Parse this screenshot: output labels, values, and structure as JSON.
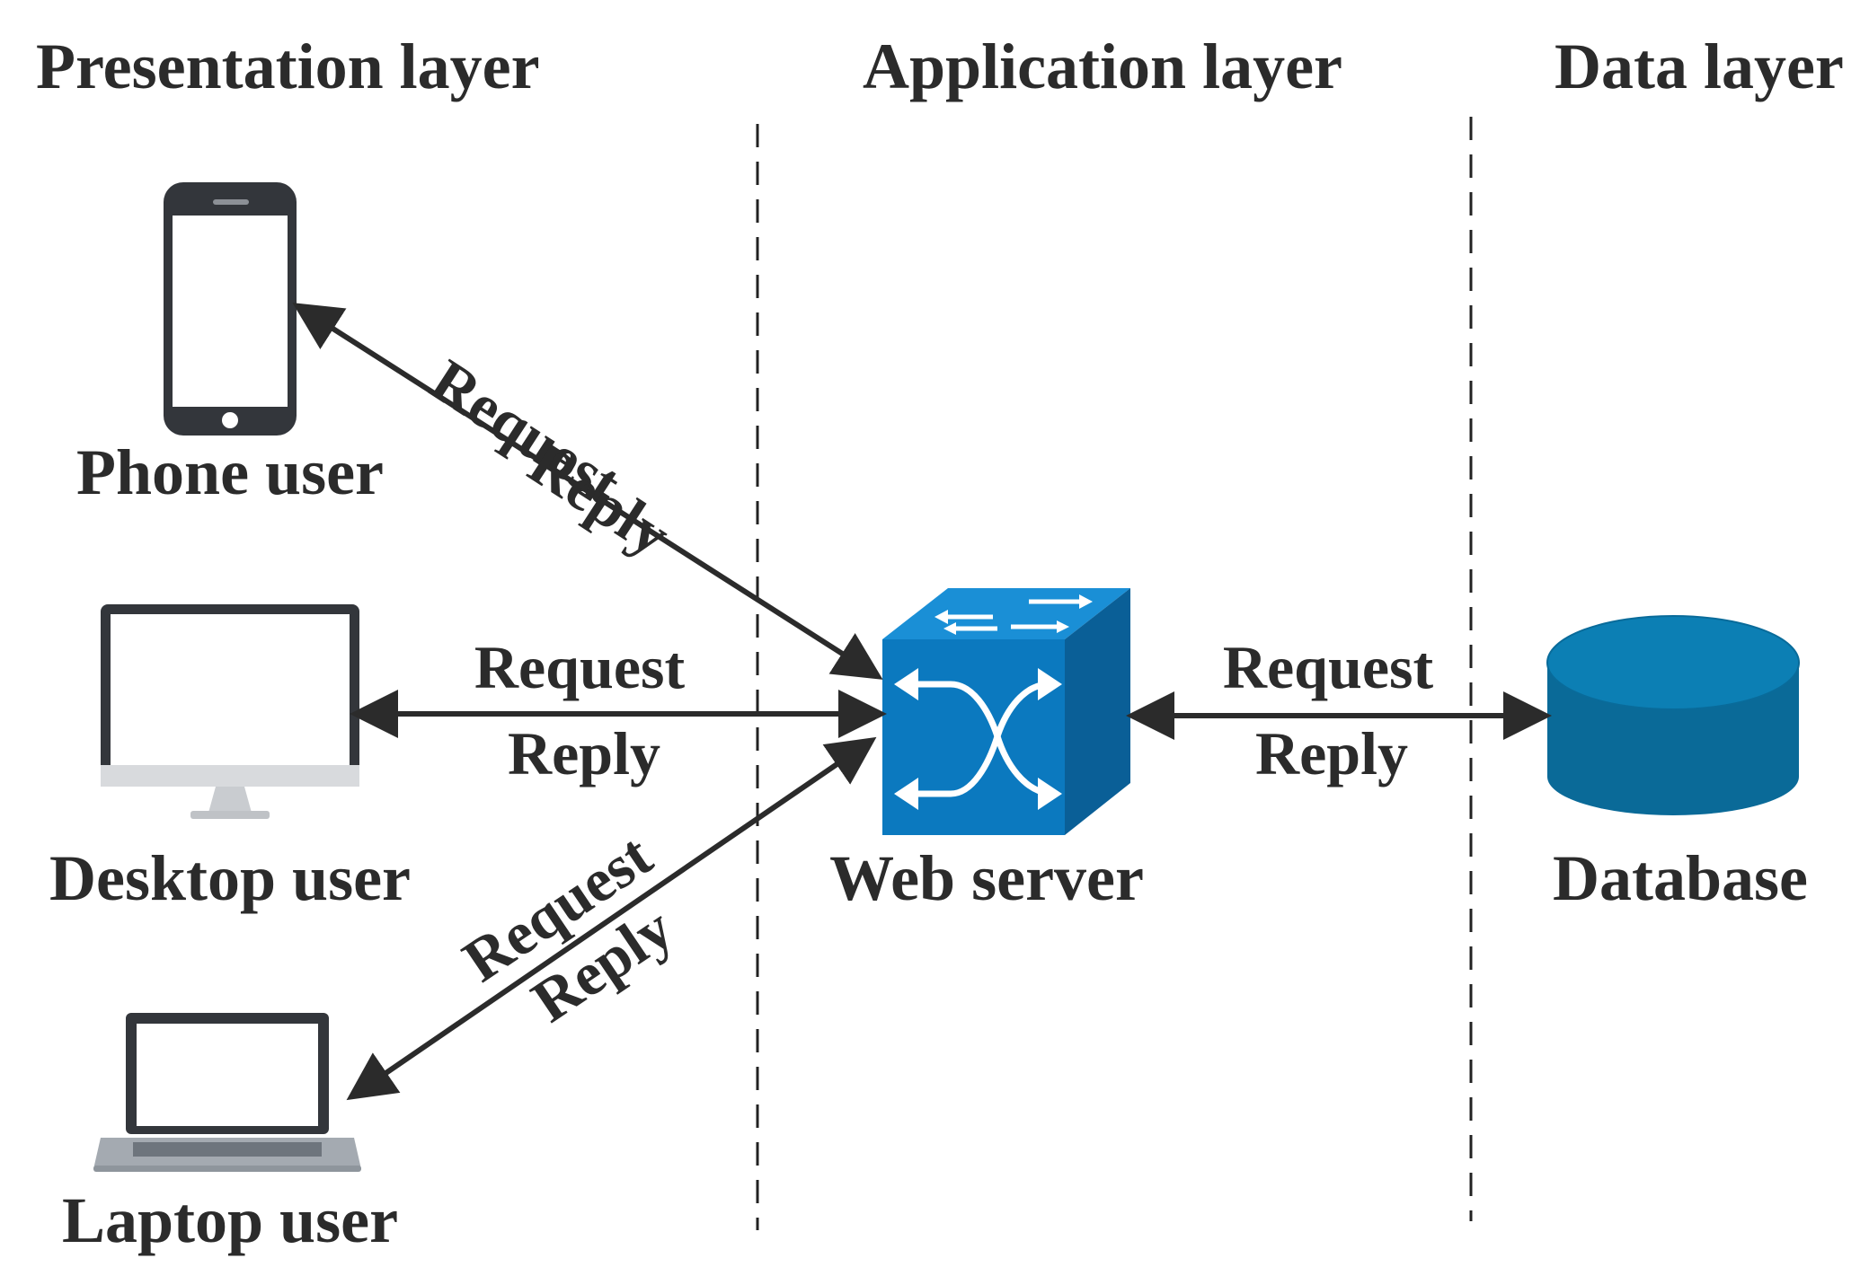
{
  "layers": {
    "presentation": "Presentation layer",
    "application": "Application layer",
    "data": "Data layer"
  },
  "nodes": {
    "phone": "Phone user",
    "desktop": "Desktop user",
    "laptop": "Laptop user",
    "server": "Web server",
    "database": "Database"
  },
  "edges": {
    "phone_request": "Request",
    "phone_reply": "Reply",
    "desktop_request": "Request",
    "desktop_reply": "Reply",
    "laptop_request": "Request",
    "laptop_reply": "Reply",
    "db_request": "Request",
    "db_reply": "Reply"
  },
  "icons": {
    "phone": "smartphone-icon",
    "desktop": "desktop-monitor-icon",
    "laptop": "laptop-icon",
    "server": "network-switch-icon",
    "database": "database-cylinder-icon"
  },
  "colors": {
    "text": "#2b2b2b",
    "device_frame": "#33363b",
    "device_stand": "#c9ccd0",
    "switch_front": "#0b79bf",
    "switch_top": "#1a8fd6",
    "switch_side": "#0a5f97",
    "database_fill": "#0a6a98",
    "database_top": "#0c7fb4"
  }
}
